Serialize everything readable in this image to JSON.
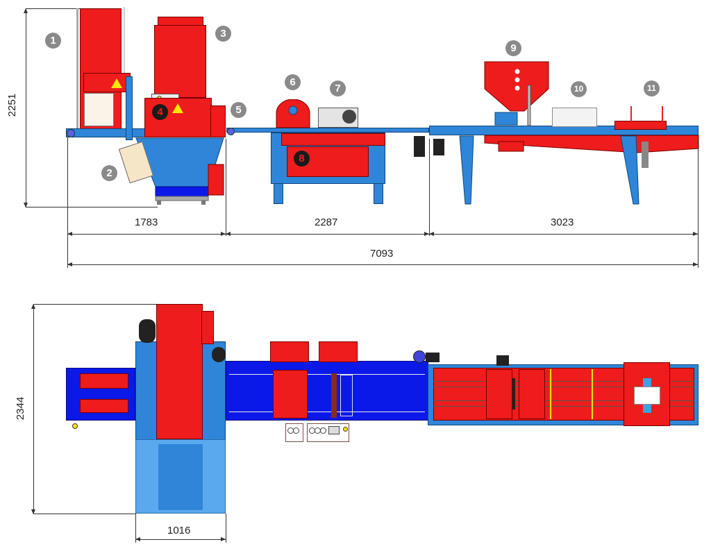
{
  "title": "Production line layout drawing",
  "side_view": {
    "callouts": [
      "1",
      "2",
      "3",
      "4",
      "5",
      "6",
      "7",
      "8",
      "9",
      "10",
      "11"
    ],
    "dimensions": {
      "height": "2251",
      "section_1": "1783",
      "section_2": "2287",
      "section_3": "3023",
      "total_length": "7093"
    }
  },
  "top_view": {
    "dimensions": {
      "width": "2344",
      "hopper_width": "1016"
    }
  },
  "colors": {
    "machine_red": "#ee1c1c",
    "frame_blue": "#2f86d8",
    "belt_blue": "#0b19e8",
    "callout_gray": "#8a8a8a"
  }
}
